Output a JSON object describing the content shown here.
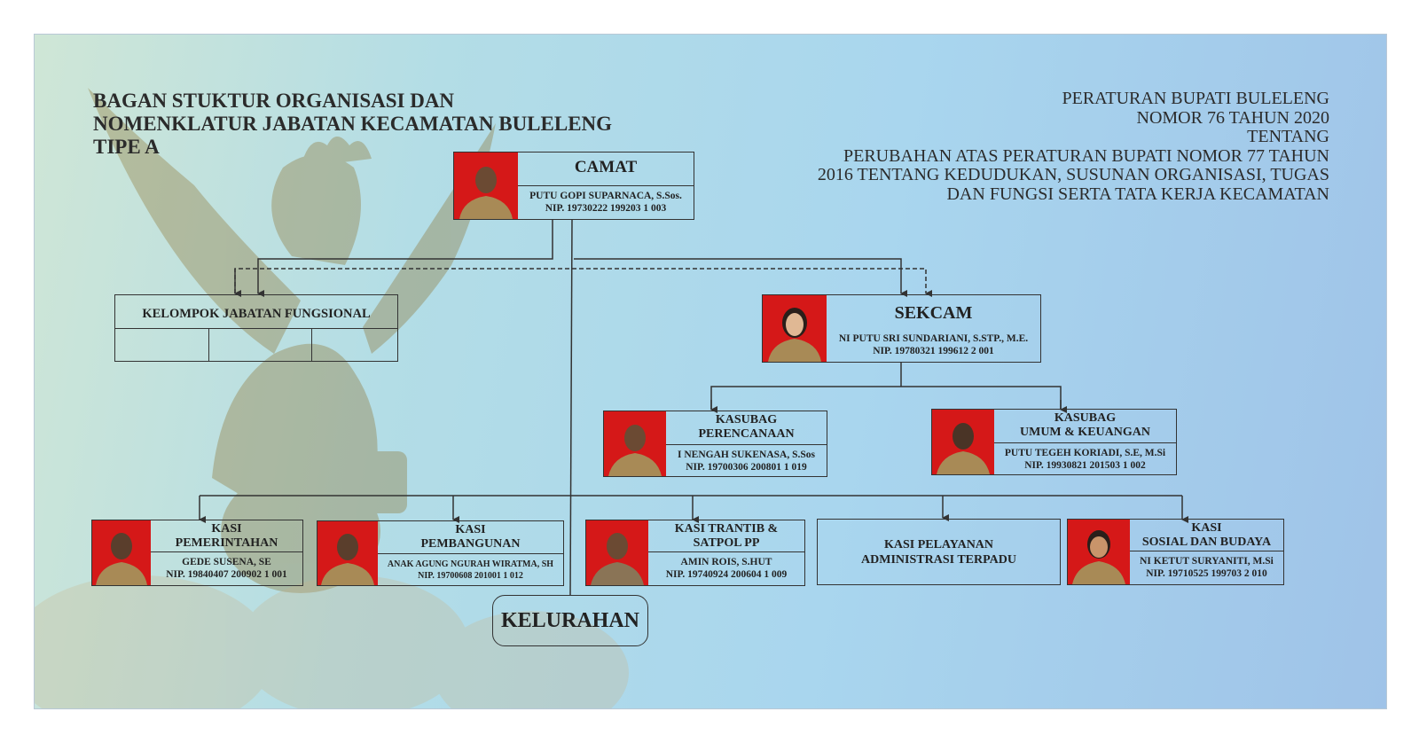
{
  "title_lines": [
    "BAGAN STUKTUR ORGANISASI DAN",
    "NOMENKLATUR JABATAN KECAMATAN BULELENG",
    "TIPE A"
  ],
  "regulation_lines": [
    "PERATURAN BUPATI BULELENG",
    "NOMOR 76 TAHUN 2020",
    "TENTANG",
    "PERUBAHAN ATAS PERATURAN BUPATI NOMOR 77 TAHUN",
    "2016 TENTANG KEDUDUKAN, SUSUNAN ORGANISASI, TUGAS",
    "DAN FUNGSI SERTA TATA KERJA KECAMATAN"
  ],
  "camat": {
    "role": [
      "CAMAT"
    ],
    "name": "PUTU GOPI SUPARNACA, S.Sos.",
    "nip": "NIP. 19730222 199203 1 003"
  },
  "kelompok": {
    "label": "KELOMPOK JABATAN FUNGSIONAL"
  },
  "sekcam": {
    "role": [
      "SEKCAM"
    ],
    "name": "NI PUTU SRI SUNDARIANI, S.STP., M.E.",
    "nip": "NIP. 19780321 199612 2 001"
  },
  "kasubag_perencanaan": {
    "role": [
      "KASUBAG",
      "PERENCANAAN"
    ],
    "name": "I NENGAH SUKENASA, S.Sos",
    "nip": "NIP. 19700306 200801 1 019"
  },
  "kasubag_umum": {
    "role": [
      "KASUBAG",
      "UMUM & KEUANGAN"
    ],
    "name": "PUTU TEGEH KORIADI, S.E, M.Si",
    "nip": "NIP. 19930821 201503 1 002"
  },
  "kasi_pemerintahan": {
    "role": [
      "KASI",
      "PEMERINTAHAN"
    ],
    "name": "GEDE SUSENA, SE",
    "nip": "NIP. 19840407 200902 1 001"
  },
  "kasi_pembangunan": {
    "role": [
      "KASI",
      "PEMBANGUNAN"
    ],
    "name": "ANAK AGUNG NGURAH WIRATMA, SH",
    "nip": "NIP. 19700608 201001 1 012"
  },
  "kasi_trantib": {
    "role": [
      "KASI TRANTIB &",
      "SATPOL PP"
    ],
    "name": "AMIN ROIS, S.HUT",
    "nip": "NIP. 19740924 200604 1 009"
  },
  "kasi_pelayanan": {
    "role": [
      "KASI PELAYANAN",
      "ADMINISTRASI TERPADU"
    ]
  },
  "kasi_sosial": {
    "role": [
      "KASI",
      "SOSIAL DAN BUDAYA"
    ],
    "name": "NI KETUT SURYANITI, M.Si",
    "nip": "NIP. 19710525 199703 2 010"
  },
  "kelurahan": {
    "label": "KELURAHAN"
  },
  "colors": {
    "photo_bg": "#d51818",
    "line": "#333333",
    "uniform": "#a88a56"
  }
}
